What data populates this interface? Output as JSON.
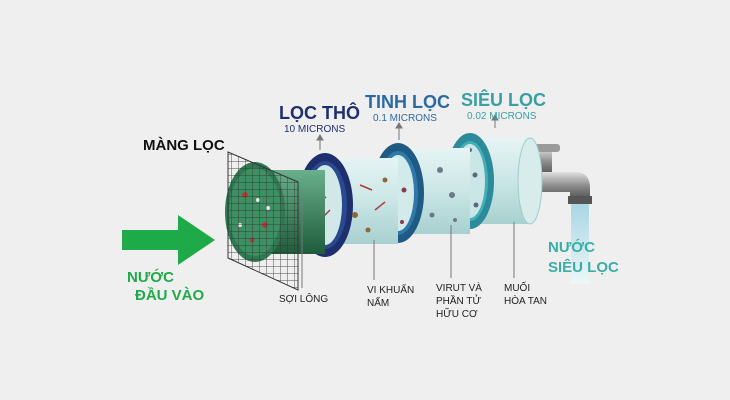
{
  "labels": {
    "membrane": "MÀNG LỌC",
    "coarse": {
      "title": "LỌC THÔ",
      "sub": "10 MICRONS"
    },
    "fine": {
      "title": "TINH LỌC",
      "sub": "0.1 MICRONS"
    },
    "ultra": {
      "title": "SIÊU LỌC",
      "sub": "0.02 MICRONS"
    },
    "input_water": [
      "NƯỚC",
      "ĐẦU VÀO"
    ],
    "output_water": [
      "NƯỚC",
      "SIÊU LỌC"
    ],
    "fibers": "SỢI LÔNG",
    "bacteria": [
      "VI KHUẨN",
      "NẤM"
    ],
    "virus": [
      "VIRUT VÀ",
      "PHẦN TỬ",
      "HỮU CƠ"
    ],
    "salts": [
      "MUỐI",
      "HÒA TAN"
    ]
  },
  "colors": {
    "background": "#efefef",
    "navy": "#1f2f6e",
    "blue": "#2a6aa3",
    "teal": "#3a9fa3",
    "green": "#1faa4a",
    "dark_green": "#1f5c3c"
  }
}
